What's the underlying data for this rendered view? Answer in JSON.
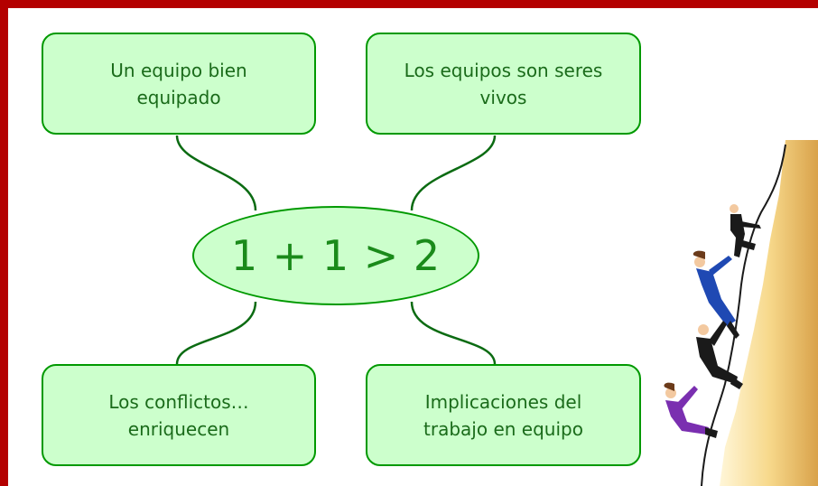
{
  "center_label": "1 + 1 > 2",
  "boxes": {
    "top_left": "Un equipo bien\nequipado",
    "top_right": "Los equipos son seres\nvivos",
    "bottom_left": "Los conflictos…\nenriquecen",
    "bottom_right": "Implicaciones del\ntrabajo en equipo"
  },
  "colors": {
    "frame": "#b40000",
    "node_fill": "#ccffcc",
    "node_border": "#009900",
    "text": "#1a6b1a"
  },
  "illustration": {
    "icon": "rock-climbing-team-icon"
  }
}
